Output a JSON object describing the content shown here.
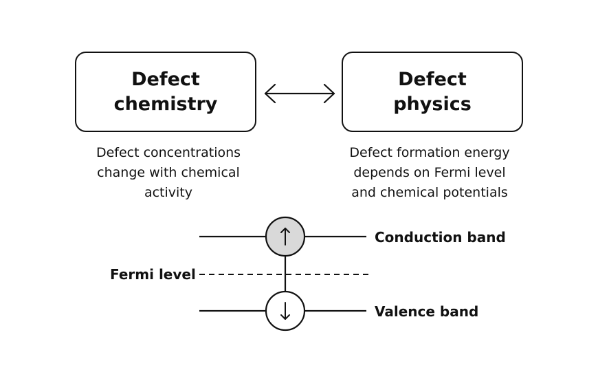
{
  "boxes": {
    "left": {
      "title": "Defect\nchemistry",
      "description": "Defect concentrations\nchange with chemical\nactivity"
    },
    "right": {
      "title": "Defect\nphysics",
      "description": "Defect formation energy\ndepends on Fermi level\nand chemical potentials"
    }
  },
  "bands": {
    "conduction": "Conduction band",
    "valence": "Valence band",
    "fermi": "Fermi level"
  },
  "symbols": {
    "up": "↑",
    "down": "↓"
  },
  "colors": {
    "stroke": "#111111",
    "up_circle_fill": "#d9d9d9",
    "down_circle_fill": "#ffffff"
  }
}
